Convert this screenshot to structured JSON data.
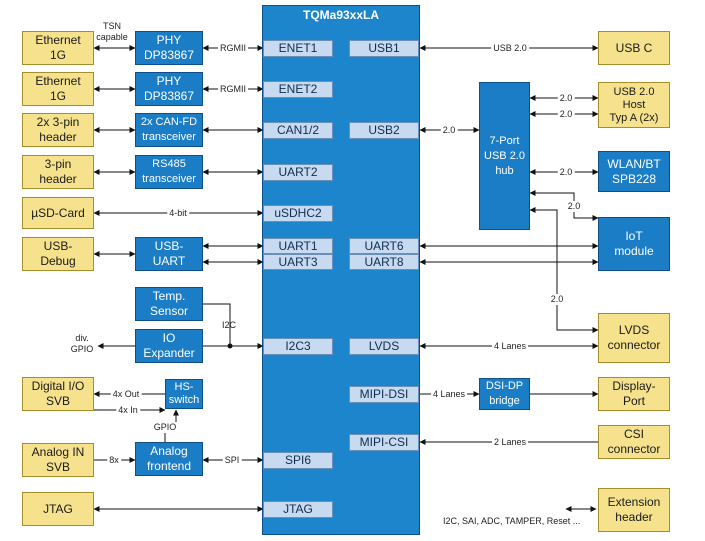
{
  "soc": {
    "title": "TQMa93xxLA"
  },
  "ports": {
    "enet1": "ENET1",
    "enet2": "ENET2",
    "can": "CAN1/2",
    "uart2": "UART2",
    "usdhc2": "uSDHC2",
    "uart1": "UART1",
    "uart3": "UART3",
    "i2c3": "I2C3",
    "spi6": "SPI6",
    "jtag": "JTAG",
    "usb1": "USB1",
    "usb2": "USB2",
    "uart6": "UART6",
    "uart8": "UART8",
    "lvds": "LVDS",
    "mipi_dsi": "MIPI-DSI",
    "mipi_csi": "MIPI-CSI"
  },
  "left_ext": {
    "eth1": "Ethernet\n1G",
    "eth2": "Ethernet\n1G",
    "can_hdr": "2x 3-pin\nheader",
    "pin3": "3-pin\nheader",
    "usd": "µSD-Card",
    "usbdbg": "USB-\nDebug",
    "dio": "Digital I/O\nSVB",
    "ain": "Analog IN\nSVB",
    "jtag": "JTAG"
  },
  "left_blue": {
    "phy1": "PHY\nDP83867",
    "phy2": "PHY\nDP83867",
    "canfd": "2x CAN-FD\ntransceiver",
    "rs485": "RS485\ntransceiver",
    "usbuart": "USB-\nUART",
    "temp": "Temp.\nSensor",
    "ioexp": "IO\nExpander",
    "hs": "HS-\nswitch",
    "afe": "Analog\nfrontend"
  },
  "right_blue": {
    "hub": "7-Port\nUSB 2.0\nhub",
    "wlan": "WLAN/BT\nSPB228",
    "iot": "IoT\nmodule",
    "dsidp": "DSI-DP\nbridge"
  },
  "right_ext": {
    "usbc": "USB C",
    "usbhost": "USB 2.0\nHost\nTyp A (2x)",
    "lvds": "LVDS\nconnector",
    "dp": "Display-\nPort",
    "csi": "CSI\nconnector",
    "exthdr": "Extension\nheader"
  },
  "labels": {
    "tsn": "TSN\ncapable",
    "rgmii1": "RGMII",
    "rgmii2": "RGMII",
    "fourbit": "4-bit",
    "i2c": "I2C",
    "divgpio": "div.\nGPIO",
    "out4x": "4x Out",
    "in4x": "4x In",
    "gpio": "GPIO",
    "in8x": "8x",
    "spi": "SPI",
    "usb20_c": "USB 2.0",
    "hub_usb2": "2.0",
    "host_a": "2.0",
    "host_b": "2.0",
    "wlan_link": "2.0",
    "iot_link": "2.0",
    "lvds_link": "2.0",
    "lanes4": "4 Lanes",
    "lanes4b": "4 Lanes",
    "lanes2": "2 Lanes",
    "ext_signals": "I2C, SAI, ADC, TAMPER, Reset ..."
  }
}
